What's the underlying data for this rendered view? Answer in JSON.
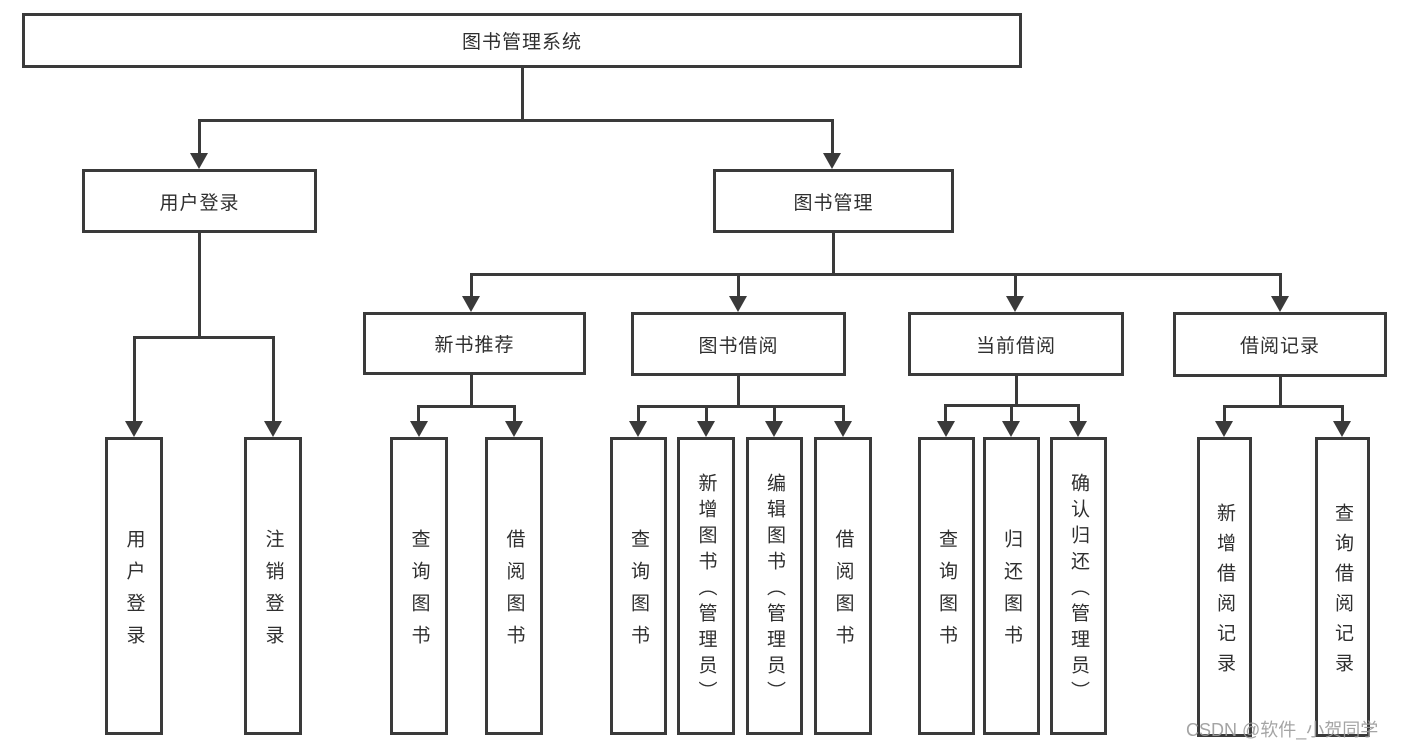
{
  "diagram": {
    "title": "图书管理系统",
    "level2": {
      "user_login": "用户登录",
      "book_mgmt": "图书管理"
    },
    "level3": {
      "new_books": "新书推荐",
      "book_borrow": "图书借阅",
      "current_borrow": "当前借阅",
      "borrow_records": "借阅记录"
    },
    "leaves": {
      "user_login": [
        "用户登录",
        "注销登录"
      ],
      "new_books": [
        "查询图书",
        "借阅图书"
      ],
      "book_borrow": [
        "查询图书",
        "新增图书（管理员）",
        "编辑图书（管理员）",
        "借阅图书"
      ],
      "current_borrow": [
        "查询图书",
        "归还图书",
        "确认归还（管理员）"
      ],
      "borrow_records": [
        "新增借阅记录",
        "查询借阅记录"
      ]
    },
    "colors": {
      "line": "#3a3a3a",
      "text": "#2f2f2f",
      "watermark": "#9b9b9b",
      "background": "#ffffff"
    },
    "watermark": "CSDN @软件_小贺同学"
  }
}
